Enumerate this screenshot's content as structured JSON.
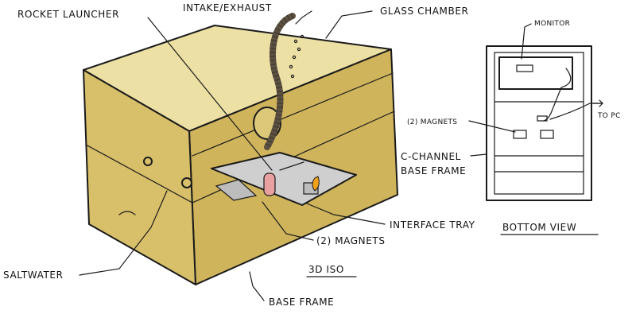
{
  "colors": {
    "tank_front": "#d8bf6a",
    "tank_side": "#cfb45c",
    "tank_top": "#ece0a4",
    "tray": "#cfcfcf",
    "hose": "#5c5040",
    "rocket": "#e9a0a0",
    "flame": "#f2a21a",
    "ink": "#1a1a1a"
  },
  "labels": {
    "rocket_launcher": "ROCKET LAUNCHER",
    "intake_exhaust": "INTAKE/EXHAUST",
    "glass_chamber": "GLASS CHAMBER",
    "saltwater": "SALTWATER",
    "interface_tray": "INTERFACE TRAY",
    "magnets_iso": "(2) MAGNETS",
    "base_frame": "BASE FRAME",
    "iso_caption": "3D ISO",
    "monitor": "MONITOR",
    "magnets_bottom": "(2) MAGNETS",
    "to_pc": "TO PC",
    "c_channel_1": "C-CHANNEL",
    "c_channel_2": "BASE FRAME",
    "bottom_caption": "BOTTOM VIEW"
  }
}
